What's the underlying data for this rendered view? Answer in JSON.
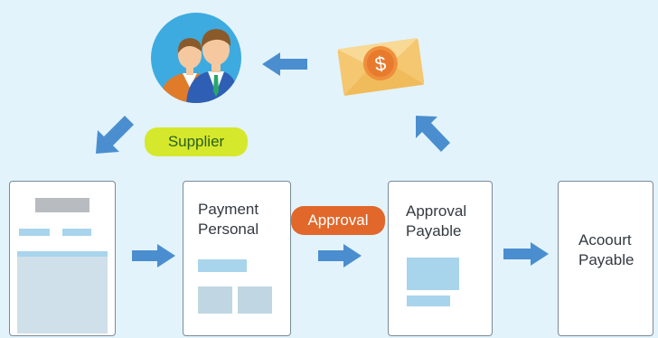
{
  "labels": {
    "supplier": "Supplier",
    "approval": "Approval",
    "payment_personal_line1": "Payment",
    "payment_personal_line2": "Personal",
    "approval_payable_line1": "Approval",
    "approval_payable_line2": "Payable",
    "account_payable_line1": "Acoourt",
    "account_payable_line2": "Payable"
  },
  "colors": {
    "background": "#e3f3fc",
    "arrow": "#4a8ed0",
    "supplier_pill": "#d6e82c",
    "supplier_text": "#2a5f1e",
    "approval_pill": "#e1672b",
    "approval_text": "#ffffff",
    "block_light": "#a8d4ec",
    "block_mid": "#c0d6e2",
    "block_gray": "#b8bcc0"
  },
  "icons": {
    "supplier": "supplier-people-icon",
    "payment": "dollar-envelope-icon"
  }
}
